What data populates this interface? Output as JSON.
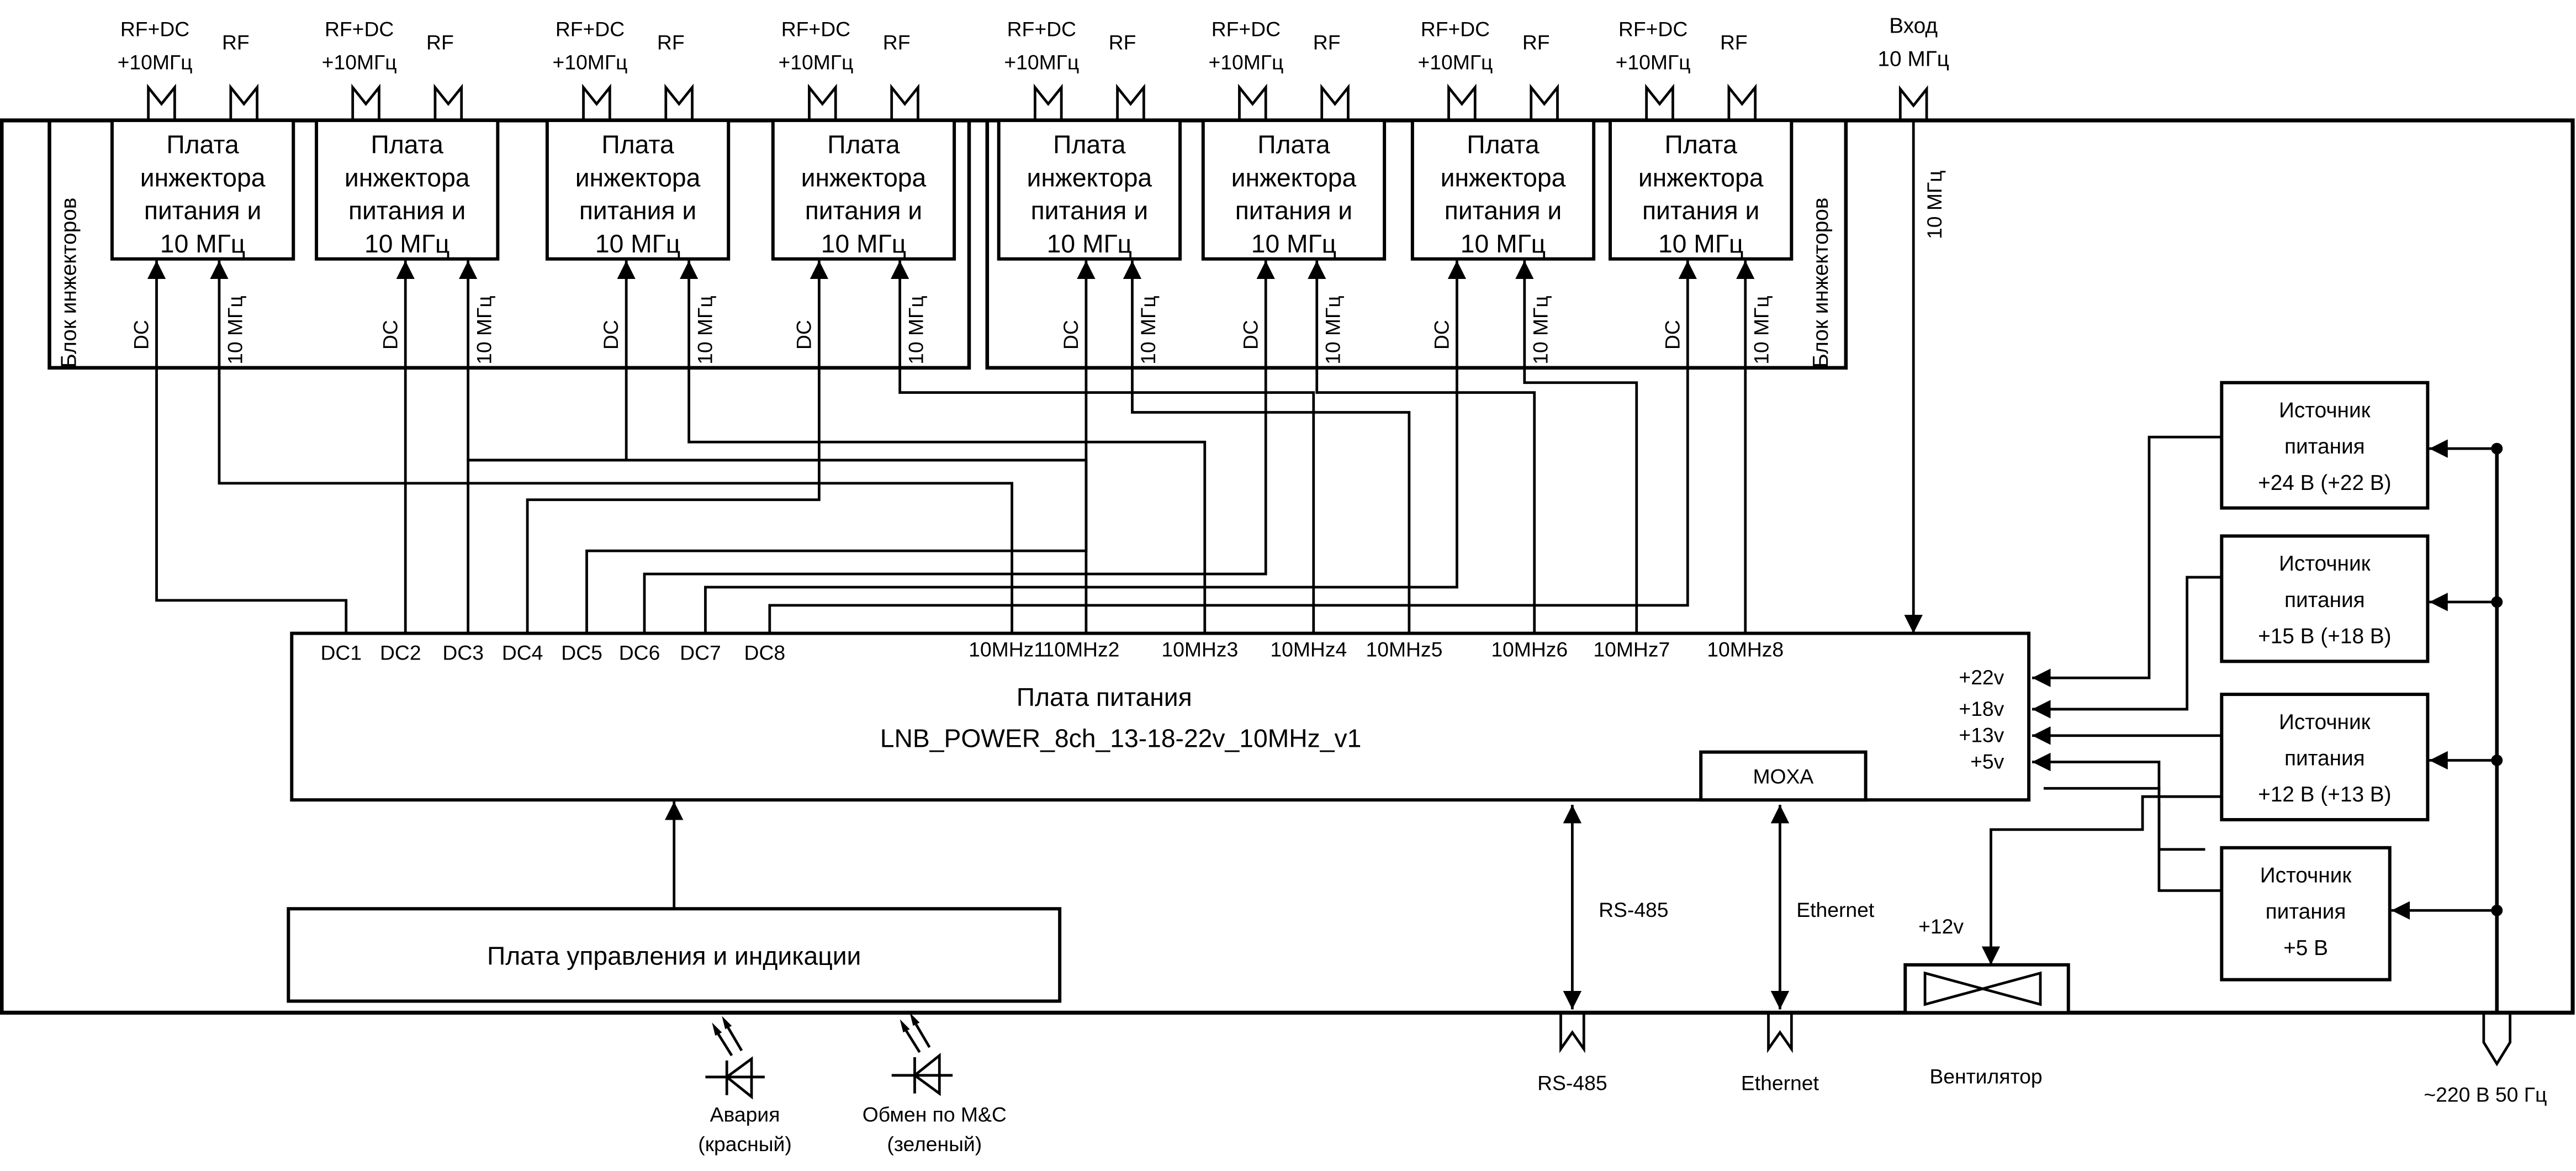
{
  "diagram": {
    "title": "LNB power block diagram",
    "injector_block_label": "Блок инжекторов",
    "injector_boards": [
      {
        "connector_top_left": "RF+DC",
        "connector_bottom_left": "+10МГц",
        "connector_rf": "RF",
        "name_lines": [
          "Плата",
          "инжектора",
          "питания и",
          "10 МГц"
        ],
        "dc_label": "DC",
        "ref_label": "10 МГц"
      },
      {
        "connector_top_left": "RF+DC",
        "connector_bottom_left": "+10МГц",
        "connector_rf": "RF",
        "name_lines": [
          "Плата",
          "инжектора",
          "питания и",
          "10 МГц"
        ],
        "dc_label": "DC",
        "ref_label": "10 МГц"
      },
      {
        "connector_top_left": "RF+DC",
        "connector_bottom_left": "+10МГц",
        "connector_rf": "RF",
        "name_lines": [
          "Плата",
          "инжектора",
          "питания и",
          "10 МГц"
        ],
        "dc_label": "DC",
        "ref_label": "10 МГц"
      },
      {
        "connector_top_left": "RF+DC",
        "connector_bottom_left": "+10МГц",
        "connector_rf": "RF",
        "name_lines": [
          "Плата",
          "инжектора",
          "питания и",
          "10 МГц"
        ],
        "dc_label": "DC",
        "ref_label": "10 МГц"
      },
      {
        "connector_top_left": "RF+DC",
        "connector_bottom_left": "+10МГц",
        "connector_rf": "RF",
        "name_lines": [
          "Плата",
          "инжектора",
          "питания и",
          "10 МГц"
        ],
        "dc_label": "DC",
        "ref_label": "10 МГц"
      },
      {
        "connector_top_left": "RF+DC",
        "connector_bottom_left": "+10МГц",
        "connector_rf": "RF",
        "name_lines": [
          "Плата",
          "инжектора",
          "питания и",
          "10 МГц"
        ],
        "dc_label": "DC",
        "ref_label": "10 МГц"
      },
      {
        "connector_top_left": "RF+DC",
        "connector_bottom_left": "+10МГц",
        "connector_rf": "RF",
        "name_lines": [
          "Плата",
          "инжектора",
          "питания и",
          "10 МГц"
        ],
        "dc_label": "DC",
        "ref_label": "10 МГц"
      },
      {
        "connector_top_left": "RF+DC",
        "connector_bottom_left": "+10МГц",
        "connector_rf": "RF",
        "name_lines": [
          "Плата",
          "инжектора",
          "питания и",
          "10 МГц"
        ],
        "dc_label": "DC",
        "ref_label": "10 МГц"
      }
    ],
    "ref_input": {
      "label_line1": "Вход",
      "label_line2": "10 МГц",
      "wire_label": "10 МГц"
    },
    "power_board": {
      "title": "Плата питания",
      "model": "LNB_POWER_8ch_13-18-22v_10MHz_v1",
      "dc_pins": [
        "DC1",
        "DC2",
        "DC3",
        "DC4",
        "DC5",
        "DC6",
        "DC7",
        "DC8"
      ],
      "ref_pins": [
        "10MHz1",
        "10MHz2",
        "10MHz3",
        "10MHz4",
        "10MHz5",
        "10MHz6",
        "10MHz7",
        "10MHz8"
      ],
      "voltage_pins": [
        "+22v",
        "+18v",
        "+13v",
        "+5v"
      ],
      "moxa_label": "MOXA"
    },
    "power_supplies": [
      {
        "lines": [
          "Источник",
          "питания",
          "+24 В (+22 В)"
        ]
      },
      {
        "lines": [
          "Источник",
          "питания",
          "+15 В (+18 В)"
        ]
      },
      {
        "lines": [
          "Источник",
          "питания",
          "+12 В (+13 В)"
        ]
      },
      {
        "lines": [
          "Источник",
          "питания",
          "+5 В"
        ]
      }
    ],
    "control_board": {
      "label": "Плата управления и индикации"
    },
    "leds": [
      {
        "line1": "Авария",
        "line2": "(красный)"
      },
      {
        "line1": "Обмен по M&C",
        "line2": "(зеленый)"
      }
    ],
    "interfaces": {
      "rs485_wire_label": "RS-485",
      "rs485_connector_label": "RS-485",
      "ethernet_wire_label": "Ethernet",
      "ethernet_connector_label": "Ethernet"
    },
    "fan": {
      "label": "Вентилятор",
      "voltage": "+12v"
    },
    "mains": {
      "label": "~220 В 50 Гц"
    }
  }
}
